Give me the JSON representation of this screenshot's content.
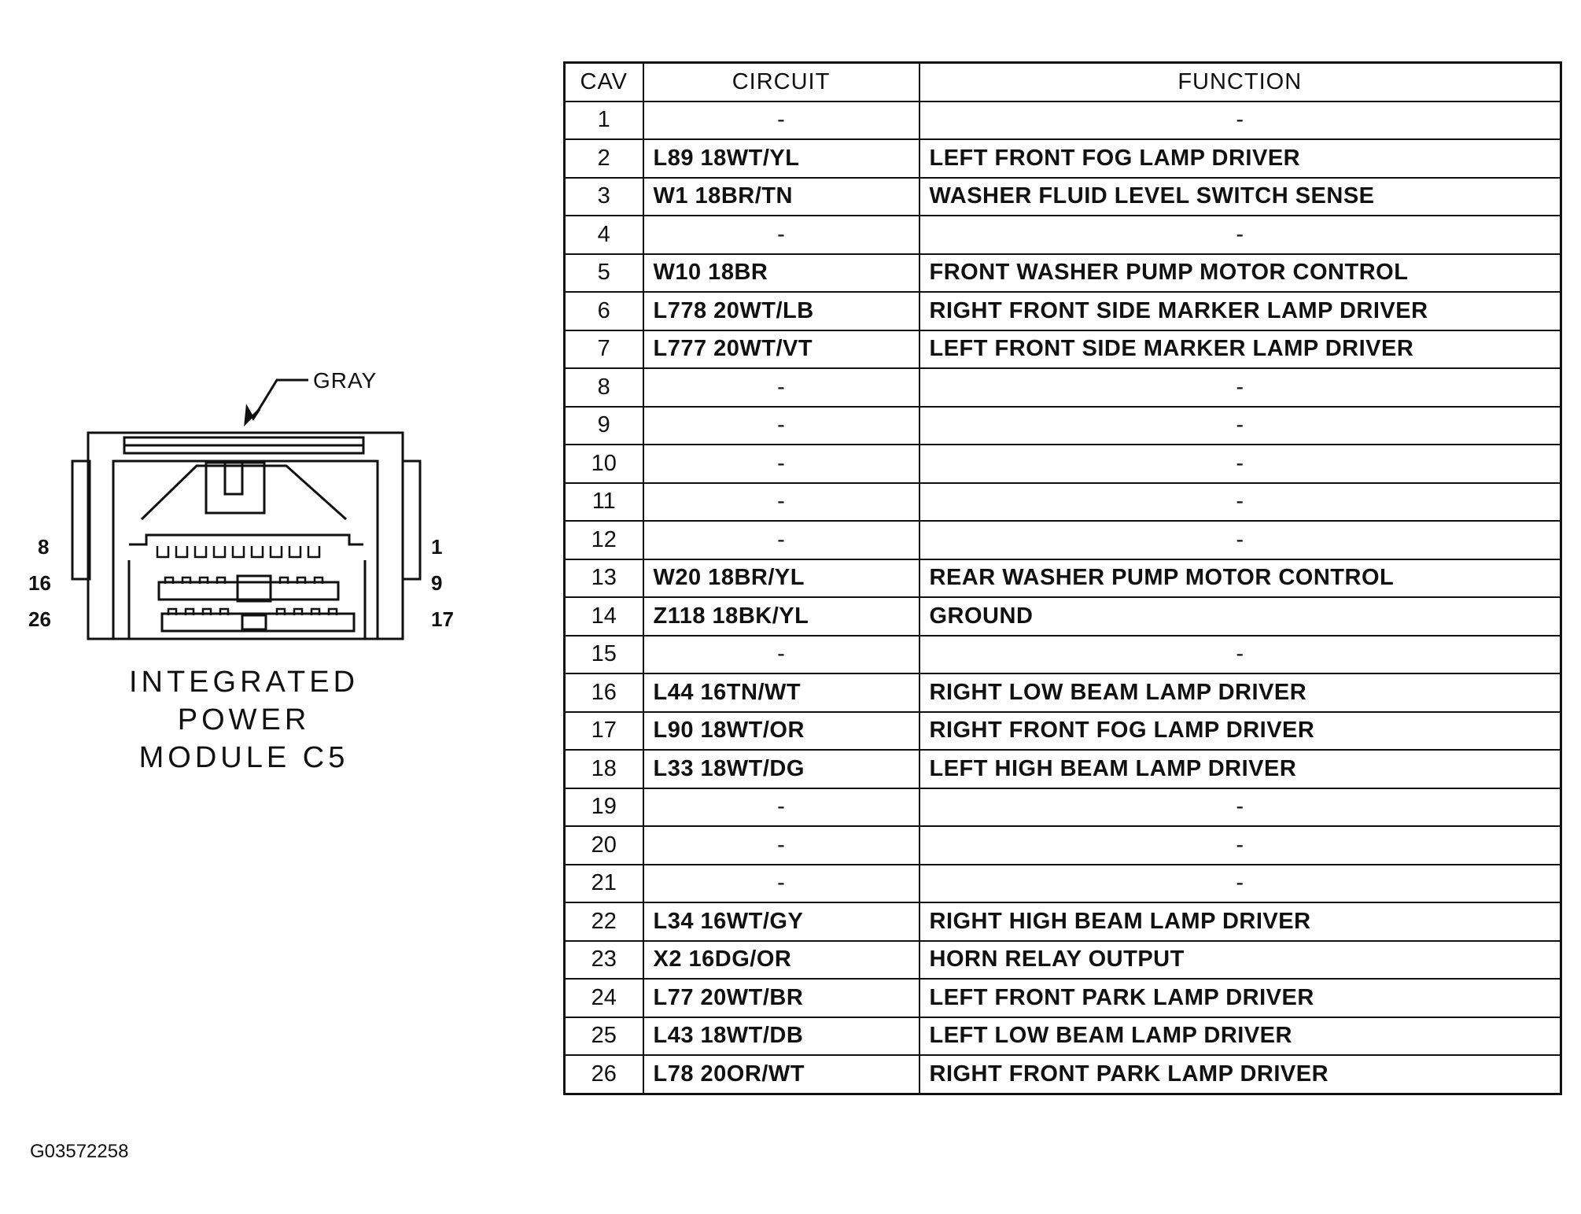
{
  "connector": {
    "color_label": "GRAY",
    "title_lines": [
      "INTEGRATED",
      "POWER",
      "MODULE C5"
    ],
    "pin_labels_left": [
      "8",
      "16",
      "26"
    ],
    "pin_labels_right": [
      "1",
      "9",
      "17"
    ]
  },
  "table": {
    "headers": {
      "cav": "CAV",
      "circuit": "CIRCUIT",
      "function": "FUNCTION"
    },
    "rows": [
      {
        "cav": "1",
        "circuit": "-",
        "function": "-"
      },
      {
        "cav": "2",
        "circuit": "L89 18WT/YL",
        "function": "LEFT FRONT FOG LAMP DRIVER"
      },
      {
        "cav": "3",
        "circuit": "W1 18BR/TN",
        "function": "WASHER FLUID LEVEL SWITCH SENSE"
      },
      {
        "cav": "4",
        "circuit": "-",
        "function": "-"
      },
      {
        "cav": "5",
        "circuit": "W10 18BR",
        "function": "FRONT WASHER PUMP MOTOR CONTROL"
      },
      {
        "cav": "6",
        "circuit": "L778 20WT/LB",
        "function": "RIGHT FRONT SIDE MARKER LAMP DRIVER"
      },
      {
        "cav": "7",
        "circuit": "L777 20WT/VT",
        "function": "LEFT FRONT SIDE MARKER LAMP DRIVER"
      },
      {
        "cav": "8",
        "circuit": "-",
        "function": "-"
      },
      {
        "cav": "9",
        "circuit": "-",
        "function": "-"
      },
      {
        "cav": "10",
        "circuit": "-",
        "function": "-"
      },
      {
        "cav": "11",
        "circuit": "-",
        "function": "-"
      },
      {
        "cav": "12",
        "circuit": "-",
        "function": "-"
      },
      {
        "cav": "13",
        "circuit": "W20 18BR/YL",
        "function": "REAR WASHER PUMP MOTOR CONTROL"
      },
      {
        "cav": "14",
        "circuit": "Z118 18BK/YL",
        "function": "GROUND"
      },
      {
        "cav": "15",
        "circuit": "-",
        "function": "-"
      },
      {
        "cav": "16",
        "circuit": "L44 16TN/WT",
        "function": "RIGHT LOW BEAM LAMP DRIVER"
      },
      {
        "cav": "17",
        "circuit": "L90 18WT/OR",
        "function": "RIGHT FRONT FOG LAMP DRIVER"
      },
      {
        "cav": "18",
        "circuit": "L33 18WT/DG",
        "function": "LEFT HIGH BEAM LAMP DRIVER"
      },
      {
        "cav": "19",
        "circuit": "-",
        "function": "-"
      },
      {
        "cav": "20",
        "circuit": "-",
        "function": "-"
      },
      {
        "cav": "21",
        "circuit": "-",
        "function": "-"
      },
      {
        "cav": "22",
        "circuit": "L34 16WT/GY",
        "function": "RIGHT HIGH BEAM LAMP DRIVER"
      },
      {
        "cav": "23",
        "circuit": "X2 16DG/OR",
        "function": "HORN RELAY OUTPUT"
      },
      {
        "cav": "24",
        "circuit": "L77 20WT/BR",
        "function": "LEFT FRONT PARK LAMP DRIVER"
      },
      {
        "cav": "25",
        "circuit": "L43 18WT/DB",
        "function": "LEFT LOW BEAM LAMP DRIVER"
      },
      {
        "cav": "26",
        "circuit": "L78 20OR/WT",
        "function": "RIGHT FRONT PARK LAMP DRIVER"
      }
    ]
  },
  "figure_id": "G03572258"
}
